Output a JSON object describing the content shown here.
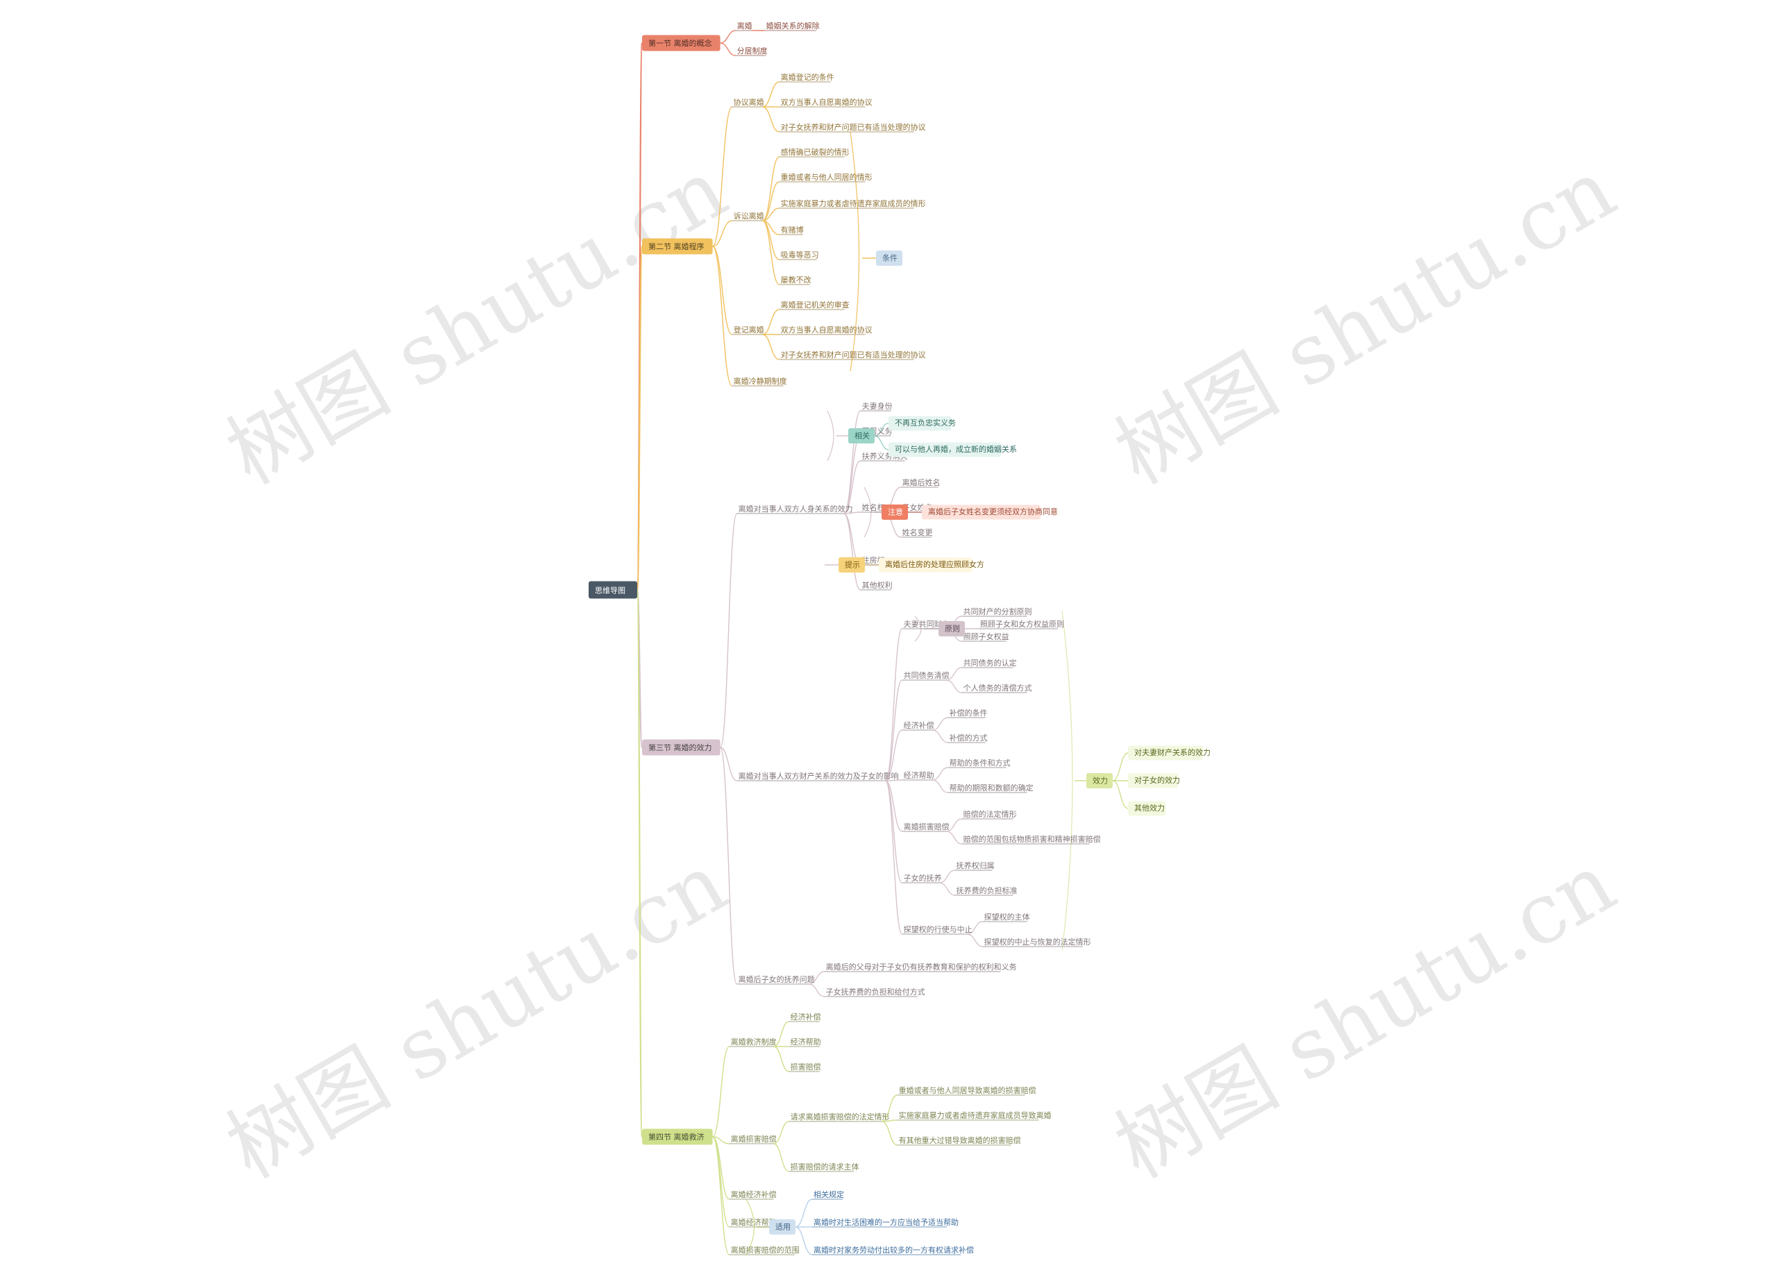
{
  "root": {
    "label": "思维导图",
    "color": "#4a5866"
  },
  "branches": [
    {
      "label": "第一节 离婚的概念",
      "color": "#e9826a",
      "children": [
        {
          "label": "离婚",
          "children": [
            {
              "label": "婚姻关系的解除"
            }
          ]
        },
        {
          "label": "分居制度"
        }
      ]
    },
    {
      "label": "第二节 离婚程序",
      "color": "#f1c15e",
      "children": [
        {
          "label": "协议离婚",
          "children": [
            {
              "label": "离婚登记的条件"
            },
            {
              "label": "双方当事人自愿离婚的协议"
            },
            {
              "label": "对子女抚养和财产问题已有适当处理的协议"
            }
          ]
        },
        {
          "label": "诉讼离婚",
          "children": [
            {
              "label": "感情确已破裂的情形"
            },
            {
              "label": "重婚或者与他人同居的情形"
            },
            {
              "label": "实施家庭暴力或者虐待遗弃家庭成员的情形"
            },
            {
              "label": "有赌博"
            },
            {
              "label": "吸毒等恶习"
            },
            {
              "label": "屡教不改"
            }
          ]
        },
        {
          "label": "登记离婚",
          "children": [
            {
              "label": "离婚登记机关的审查"
            },
            {
              "label": "双方当事人自愿离婚的协议"
            },
            {
              "label": "对子女抚养和财产问题已有适当处理的协议"
            }
          ]
        },
        {
          "label": "离婚冷静期制度"
        }
      ],
      "summary": {
        "label": "条件"
      }
    },
    {
      "label": "第三节 离婚的效力",
      "color": "#d7c3cd",
      "children": [
        {
          "label": "离婚对当事人双方人身关系的效力",
          "children": [
            {
              "label": "夫妻身份"
            },
            {
              "label": "同居义务"
            },
            {
              "label": "扶养义务消灭"
            },
            {
              "label": "姓名权",
              "children": [
                {
                  "label": "离婚后姓名"
                },
                {
                  "label": "子女姓名"
                },
                {
                  "label": "姓名变更"
                }
              ]
            },
            {
              "label": "住房权"
            },
            {
              "label": "其他权利"
            }
          ]
        },
        {
          "label": "离婚对当事人双方财产关系的效力及子女的影响",
          "children": [
            {
              "label": "夫妻共同财产",
              "children": [
                {
                  "label": "共同财产的分割原则"
                },
                {
                  "label": "照顾子女权益"
                }
              ]
            },
            {
              "label": "共同债务清偿",
              "children": [
                {
                  "label": "共同债务的认定"
                },
                {
                  "label": "个人债务的清偿方式"
                }
              ]
            },
            {
              "label": "经济补偿",
              "children": [
                {
                  "label": "补偿的条件"
                },
                {
                  "label": "补偿的方式"
                }
              ]
            },
            {
              "label": "经济帮助",
              "children": [
                {
                  "label": "帮助的条件和方式"
                },
                {
                  "label": "帮助的期限和数额的确定"
                }
              ]
            },
            {
              "label": "离婚损害赔偿",
              "children": [
                {
                  "label": "赔偿的法定情形"
                },
                {
                  "label": "赔偿的范围包括物质损害和精神损害赔偿"
                }
              ]
            },
            {
              "label": "子女的抚养",
              "children": [
                {
                  "label": "抚养权归属"
                },
                {
                  "label": "抚养费的负担标准"
                }
              ]
            },
            {
              "label": "探望权的行使与中止",
              "children": [
                {
                  "label": "探望权的主体"
                },
                {
                  "label": "探望权的中止与恢复的法定情形"
                }
              ]
            }
          ]
        },
        {
          "label": "离婚后子女的抚养问题",
          "children": [
            {
              "label": "离婚后的父母对于子女仍有抚养教育和保护的权利和义务"
            },
            {
              "label": "子女抚养费的负担和给付方式"
            }
          ]
        }
      ],
      "notes": {
        "spouse_relation": "相关",
        "spouse_relation_items": [
          "不再互负忠实义务",
          "可以与他人再婚，成立新的婚姻关系"
        ],
        "name_note": "注意",
        "name_note_item": "离婚后子女姓名变更须经双方协商同意",
        "housing_note": "提示",
        "housing_note_item": "离婚后住房的处理应照顾女方",
        "property_note": "原则",
        "property_note_item": "照顾子女和女方权益原则",
        "effect_note": "效力",
        "effect_note_items": [
          "对夫妻财产关系的效力",
          "对子女的效力",
          "其他效力"
        ]
      }
    },
    {
      "label": "第四节 离婚救济",
      "color": "#cfe08c",
      "children": [
        {
          "label": "离婚救济制度",
          "children": [
            {
              "label": "经济补偿"
            },
            {
              "label": "经济帮助"
            },
            {
              "label": "损害赔偿"
            }
          ]
        },
        {
          "label": "离婚损害赔偿",
          "children": [
            {
              "label": "请求离婚损害赔偿的法定情形",
              "children": [
                {
                  "label": "重婚或者与他人同居导致离婚的损害赔偿"
                },
                {
                  "label": "实施家庭暴力或者虐待遗弃家庭成员导致离婚"
                },
                {
                  "label": "有其他重大过错导致离婚的损害赔偿"
                }
              ]
            },
            {
              "label": "损害赔偿的请求主体"
            }
          ]
        },
        {
          "label": "离婚经济补偿"
        },
        {
          "label": "离婚经济帮助"
        },
        {
          "label": "离婚损害赔偿的范围"
        }
      ],
      "relief_note": {
        "label": "适用",
        "items": [
          "相关规定",
          "离婚时对生活困难的一方应当给予适当帮助",
          "离婚时对家务劳动付出较多的一方有权请求补偿"
        ]
      }
    }
  ],
  "watermark": "树图 shutu.cn"
}
